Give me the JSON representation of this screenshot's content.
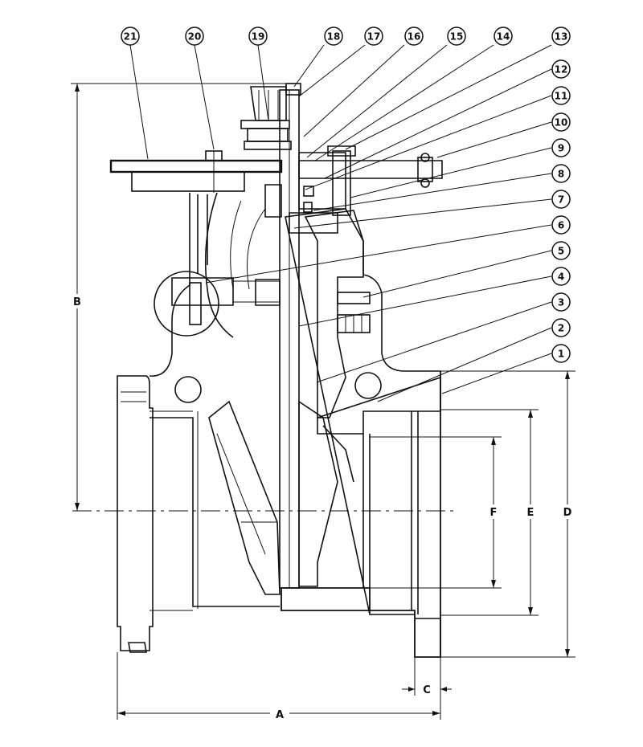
{
  "balloons": [
    "21",
    "20",
    "19",
    "18",
    "17",
    "16",
    "15",
    "14",
    "13",
    "12",
    "11",
    "10",
    "9",
    "8",
    "7",
    "6",
    "5",
    "4",
    "3",
    "2",
    "1"
  ],
  "dimensions": {
    "a": "A",
    "b": "B",
    "c": "C",
    "d": "D",
    "e": "E",
    "f": "F"
  }
}
